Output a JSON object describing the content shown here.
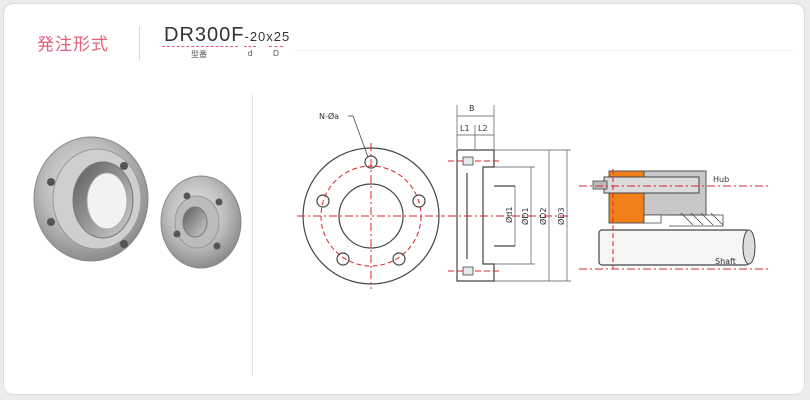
{
  "header": {
    "order_label": "発注形式",
    "model_code": "DR300F",
    "model_suffix": "-20x25",
    "caption_model": "型番",
    "caption_d": "d",
    "caption_D": "D"
  },
  "drawing": {
    "label_n_holes": "N-Øa",
    "label_b": "B",
    "label_l1": "L1",
    "label_l2": "L2",
    "label_d1_small": "Ød1",
    "label_d1": "ØD1",
    "label_d2": "ØD2",
    "label_d3": "ØD3",
    "label_hub": "Hub",
    "label_shaft": "Shaft"
  },
  "colors": {
    "accent": "#e2607d",
    "centerline": "#d9252a",
    "orange": "#f07f1a",
    "hub_gray": "#c8c8c8"
  }
}
